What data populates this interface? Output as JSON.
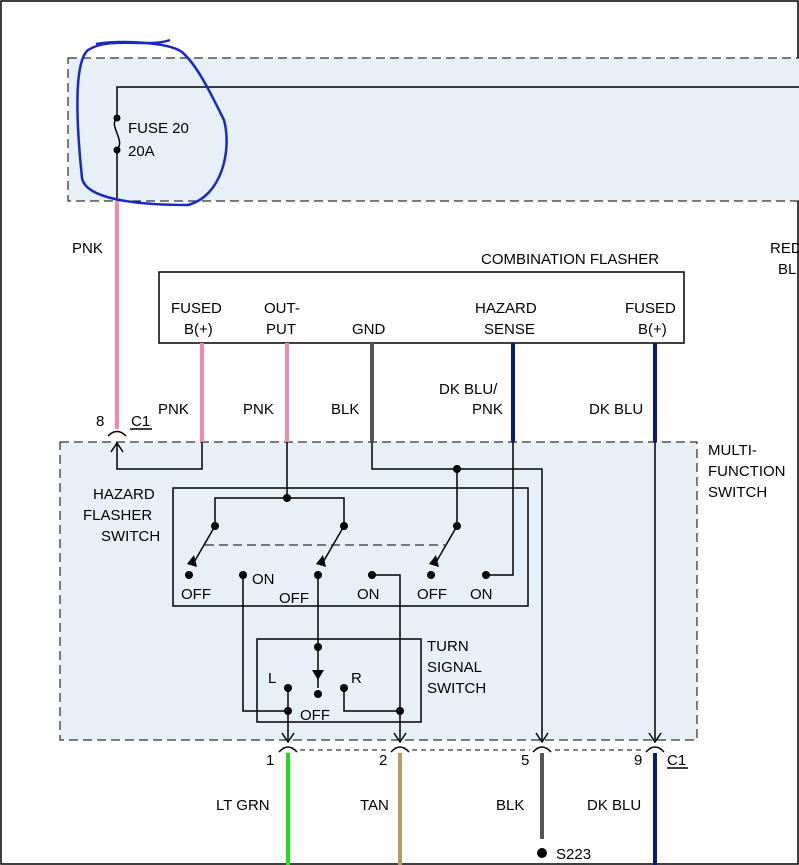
{
  "fuse_block": {
    "fuse_name": "FUSE 20",
    "fuse_rating": "20A"
  },
  "right_edge_labels": {
    "line1": "RED",
    "line2": "BL"
  },
  "combination_flasher": {
    "title": "COMBINATION FLASHER",
    "terminals": {
      "fused_b_left_1": "FUSED",
      "fused_b_left_2": "B(+)",
      "output_1": "OUT-",
      "output_2": "PUT",
      "gnd": "GND",
      "hazard_sense_1": "HAZARD",
      "hazard_sense_2": "SENSE",
      "fused_b_right_1": "FUSED",
      "fused_b_right_2": "B(+)"
    }
  },
  "upper_wires": {
    "fuse_out": "PNK",
    "fused_b_left": "PNK",
    "output": "PNK",
    "gnd": "BLK",
    "hazard_sense_1": "DK BLU/",
    "hazard_sense_2": "PNK",
    "fused_b_right": "DK BLU"
  },
  "connector_top": {
    "pin": "8",
    "name": "C1"
  },
  "multifunction_switch": {
    "line1": "MULTI-",
    "line2": "FUNCTION",
    "line3": "SWITCH"
  },
  "hazard_flasher_switch": {
    "line1": "HAZARD",
    "line2": "FLASHER",
    "line3": "SWITCH",
    "positions": [
      "OFF",
      "ON",
      "OFF",
      "ON",
      "OFF",
      "ON"
    ]
  },
  "turn_signal_switch": {
    "line1": "TURN",
    "line2": "SIGNAL",
    "line3": "SWITCH",
    "left": "L",
    "right": "R",
    "off": "OFF"
  },
  "bottom_connector": {
    "name": "C1",
    "pins": [
      {
        "pin": "1",
        "wire": "LT GRN",
        "color": "#22dd22"
      },
      {
        "pin": "2",
        "wire": "TAN",
        "color": "#b09a6a"
      },
      {
        "pin": "5",
        "wire": "BLK",
        "color": "#555555"
      },
      {
        "pin": "9",
        "wire": "DK BLU",
        "color": "#0a1a78"
      }
    ]
  },
  "splice": "S223",
  "wire_colors": {
    "pnk": "#f08aa8",
    "blk": "#555555",
    "dk_blu": "#0a1a78",
    "dk_blu_pnk_stripe": "#0a1a78",
    "annotation": "#1a28c8"
  }
}
